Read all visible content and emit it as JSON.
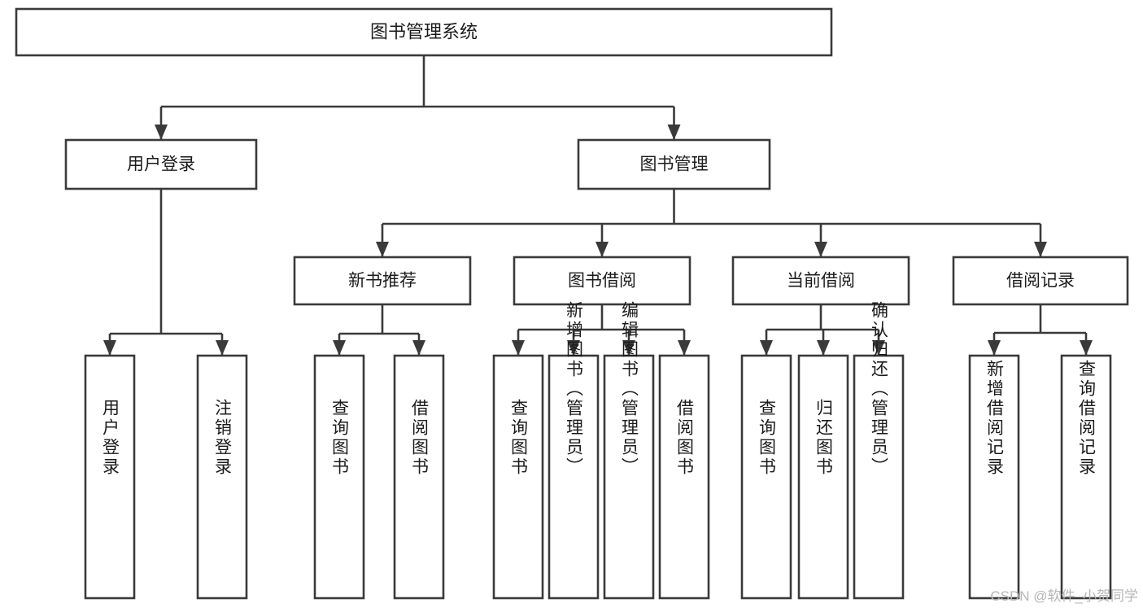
{
  "diagram": {
    "title": "图书管理系统",
    "type": "tree",
    "watermark": "CSDN @软件_小贺同学",
    "colors": {
      "box_stroke": "#3a3a3a",
      "box_fill": "#ffffff",
      "text": "#1b1b1b",
      "background": "#ffffff",
      "watermark": "#b6b6b6"
    },
    "levels": {
      "root": {
        "label": "图书管理系统"
      },
      "level2": [
        {
          "label": "用户登录"
        },
        {
          "label": "图书管理"
        }
      ],
      "level3": [
        {
          "label": "新书推荐"
        },
        {
          "label": "图书借阅"
        },
        {
          "label": "当前借阅"
        },
        {
          "label": "借阅记录"
        }
      ]
    },
    "nodes": {
      "root": "图书管理系统",
      "user_login": "用户登录",
      "book_manage": "图书管理",
      "new_book_rec": "新书推荐",
      "book_borrow": "图书借阅",
      "current_borrow": "当前借阅",
      "borrow_record": "借阅记录"
    },
    "leaves": {
      "user_login": [
        "用户登录",
        "注销登录"
      ],
      "new_book_rec": [
        "查询图书",
        "借阅图书"
      ],
      "book_borrow": [
        "查询图书",
        "新增图书（管理员）",
        "编辑图书（管理员）",
        "借阅图书"
      ],
      "current_borrow": [
        "查询图书",
        "归还图书",
        "确认归还（管理员）"
      ],
      "borrow_record": [
        "新增借阅记录",
        "查询借阅记录"
      ]
    }
  }
}
